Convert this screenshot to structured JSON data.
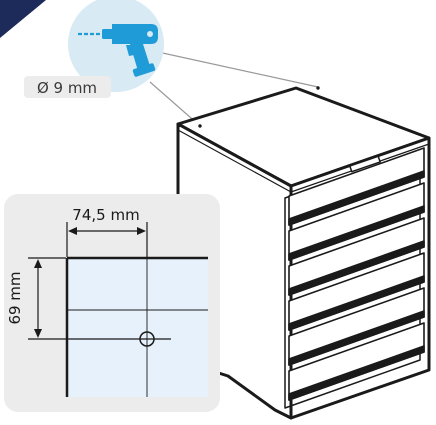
{
  "drill": {
    "diameter_label": "Ø 9 mm"
  },
  "detail": {
    "width_label": "74,5 mm",
    "height_label": "69 mm"
  },
  "colors": {
    "corner_accent": "#1c2b5a",
    "tool_blue": "#1f9bd7",
    "circle_fill": "#d8eaf4",
    "panel_bg": "#ececec",
    "panel_inner": "#e6f1fb",
    "line_dark": "#1a1a1a"
  },
  "icons": [
    "power-drill-icon"
  ],
  "cabinet": {
    "drawer_count": 6
  }
}
